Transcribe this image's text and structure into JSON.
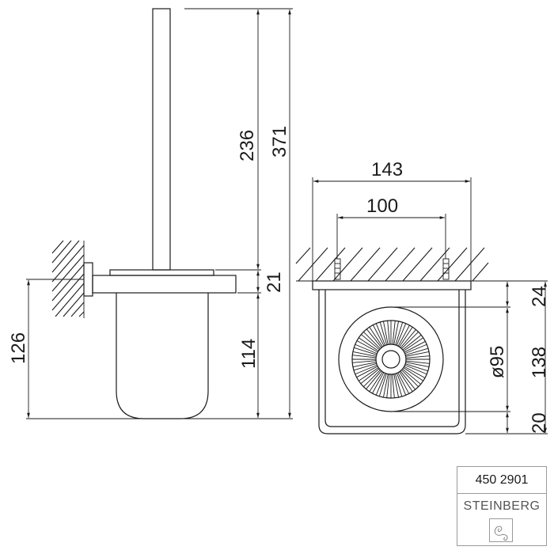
{
  "drawing": {
    "type": "technical-dimension-drawing",
    "subject": "wall-mounted toilet brush holder",
    "side_view": {
      "dimensions": {
        "brush_handle_height": "236",
        "overall_height": "371",
        "holder_thickness": "21",
        "cup_height": "114",
        "mount_to_bottom": "126"
      }
    },
    "top_view": {
      "dimensions": {
        "overall_width": "143",
        "screw_spacing": "100",
        "wall_to_cup": "24",
        "cup_diameter": "ø95",
        "overall_depth": "138",
        "cup_to_front": "20"
      }
    }
  },
  "title_block": {
    "article_number": "450 2901",
    "brand": "STEINBERG",
    "logo_icon": "steinberg-signature-logo"
  },
  "colors": {
    "line": "#1a1a1a",
    "title_block_border": "#9a9a9a",
    "brand_text": "#555555"
  }
}
